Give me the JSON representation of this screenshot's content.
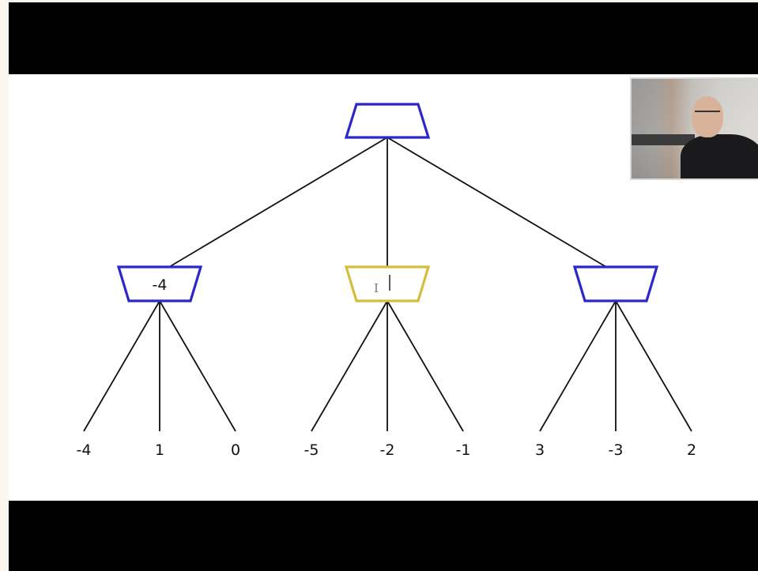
{
  "tree": {
    "root": {
      "value": "",
      "kind": "max",
      "color": "#2a28c8"
    },
    "children": [
      {
        "value": "-4",
        "kind": "min",
        "color": "#2a28c8",
        "leaves": [
          "-4",
          "1",
          "0"
        ]
      },
      {
        "value": "",
        "kind": "min",
        "color": "#d4be3c",
        "highlighted": true,
        "leaves": [
          "-5",
          "-2",
          "-1"
        ]
      },
      {
        "value": "",
        "kind": "min",
        "color": "#2a28c8",
        "leaves": [
          "3",
          "-3",
          "2"
        ]
      }
    ]
  },
  "colors": {
    "edge": "#111111",
    "background": "#ffffff",
    "letterbox": "#000000"
  },
  "cursor_glyph": "I"
}
